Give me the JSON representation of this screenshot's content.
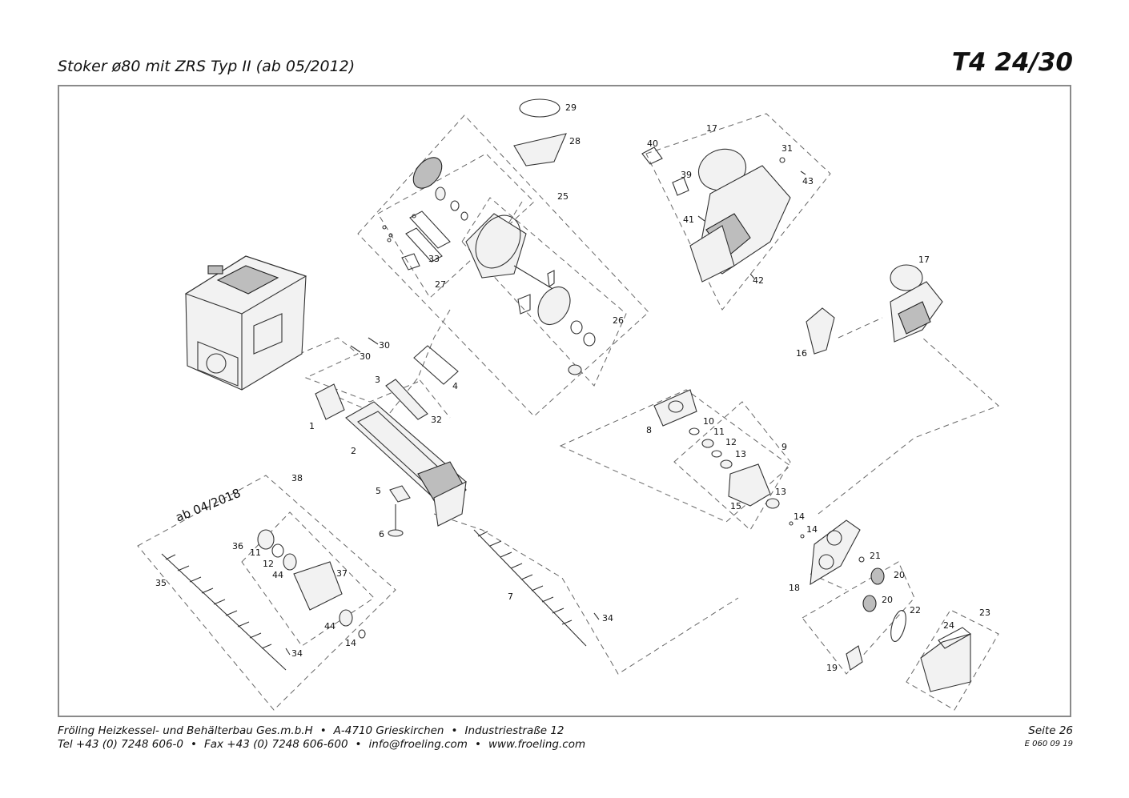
{
  "header": {
    "title": "Stoker ø80 mit ZRS Typ II (ab 05/2012)",
    "model": "T4 24/30"
  },
  "diagram": {
    "note": "ab 04/2018",
    "labels": {
      "p1": "1",
      "p2": "2",
      "p3": "3",
      "p4": "4",
      "p5": "5",
      "p6": "6",
      "p7": "7",
      "p8": "8",
      "p9": "9",
      "p10": "10",
      "p11a": "11",
      "p11b": "11",
      "p12a": "12",
      "p12b": "12",
      "p13a": "13",
      "p13b": "13",
      "p14a": "14",
      "p14b": "14",
      "p14c": "14",
      "p15": "15",
      "p16": "16",
      "p17a": "17",
      "p17b": "17",
      "p18": "18",
      "p19": "19",
      "p20a": "20",
      "p20b": "20",
      "p21": "21",
      "p22": "22",
      "p23": "23",
      "p24": "24",
      "p25": "25",
      "p26": "26",
      "p27": "27",
      "p28": "28",
      "p29": "29",
      "p30a": "30",
      "p30b": "30",
      "p31": "31",
      "p32": "32",
      "p33": "33",
      "p34a": "34",
      "p34b": "34",
      "p35": "35",
      "p36": "36",
      "p37": "37",
      "p38": "38",
      "p39": "39",
      "p40": "40",
      "p41": "41",
      "p42": "42",
      "p43": "43",
      "p44a": "44",
      "p44b": "44"
    }
  },
  "footer": {
    "company": "Fröling Heizkessel- und Behälterbau Ges.m.b.H",
    "address": "A-4710 Grieskirchen",
    "street": "Industriestraße 12",
    "phone": "Tel +43 (0) 7248 606-0",
    "fax": "Fax +43 (0) 7248 606-600",
    "email": "info@froeling.com",
    "web": "www.froeling.com",
    "separator": "•",
    "page": "Seite 26",
    "doc_code": "E 060 09 19"
  }
}
